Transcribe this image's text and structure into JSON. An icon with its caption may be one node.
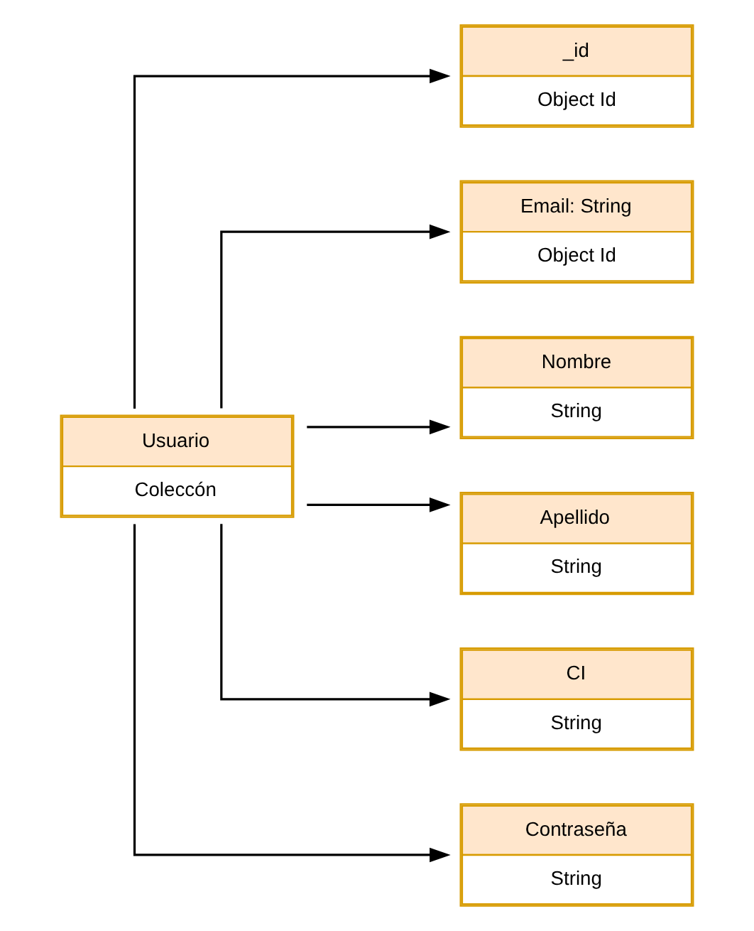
{
  "diagram": {
    "nodes": [
      {
        "text": [
          "Usuario",
          "Coleccón"
        ]
      },
      {
        "text": [
          "_id",
          "Object Id"
        ]
      },
      {
        "text": [
          "Email: String",
          "Object Id"
        ]
      },
      {
        "text": [
          "Nombre",
          "String"
        ]
      },
      {
        "text": [
          "Apellido",
          "String"
        ]
      },
      {
        "text": [
          "CI",
          "String"
        ]
      },
      {
        "text": [
          "Contraseña",
          "String"
        ]
      }
    ],
    "edges": [
      {
        "from": 0,
        "to": 1,
        "arrow": "to"
      },
      {
        "from": 0,
        "to": 2,
        "arrow": "to"
      },
      {
        "from": 0,
        "to": 3,
        "arrow": "to"
      },
      {
        "from": 0,
        "to": 4,
        "arrow": "to"
      },
      {
        "from": 0,
        "to": 5,
        "arrow": "to"
      },
      {
        "from": 0,
        "to": 6,
        "arrow": "to"
      }
    ]
  }
}
